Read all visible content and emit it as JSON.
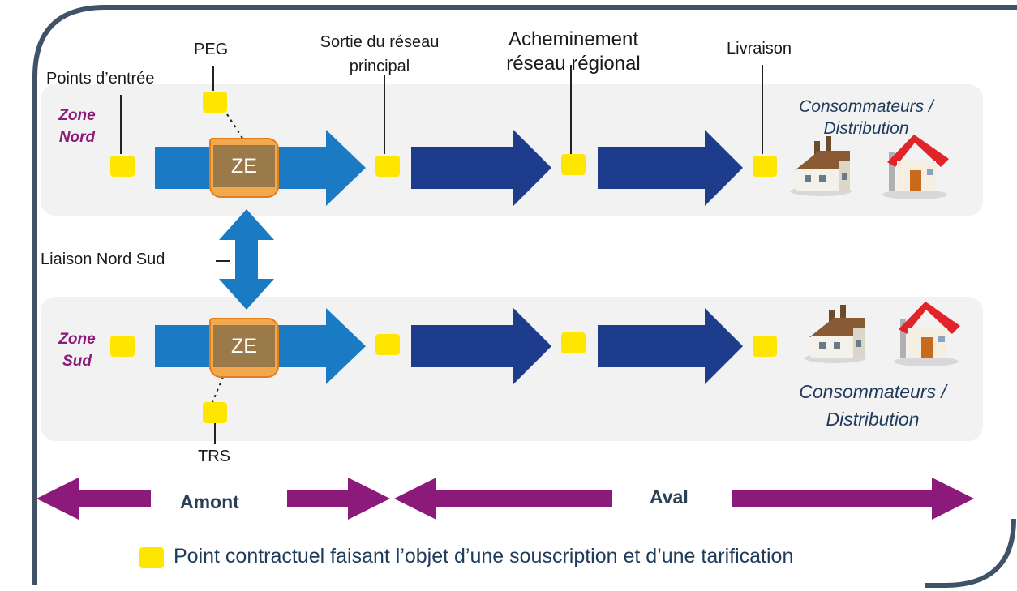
{
  "labels": {
    "points_entree": "Points d’entrée",
    "peg": "PEG",
    "sortie": "Sortie du réseau principal",
    "sortie_line1": "Sortie du réseau",
    "sortie_line2": "principal",
    "acheminement_line1": "Acheminement",
    "acheminement_line2": "réseau régional",
    "livraison": "Livraison",
    "liaison": "Liaison Nord Sud",
    "trs": "TRS"
  },
  "zones": {
    "nord": {
      "line1": "Zone",
      "line2": "Nord",
      "ze_label": "ZE",
      "consumers_line1": "Consommateurs /",
      "consumers_line2": "Distribution"
    },
    "sud": {
      "line1": "Zone",
      "line2": "Sud",
      "ze_label": "ZE",
      "consumers_line1": "Consommateurs /",
      "consumers_line2": "Distribution"
    }
  },
  "flow": {
    "amont": "Amont",
    "aval": "Aval"
  },
  "legend": {
    "text": "Point contractuel faisant l’objet d’une souscription et d’une tarification"
  },
  "colors": {
    "accent_purple": "#8b1a7a",
    "arrow_light": "#1a7bc4",
    "arrow_dark": "#1e3c8c",
    "contract_point": "#ffe600",
    "ze_fill": "#f2a94e",
    "ze_inner": "#9b7a4a",
    "frame": "#3f5268"
  }
}
